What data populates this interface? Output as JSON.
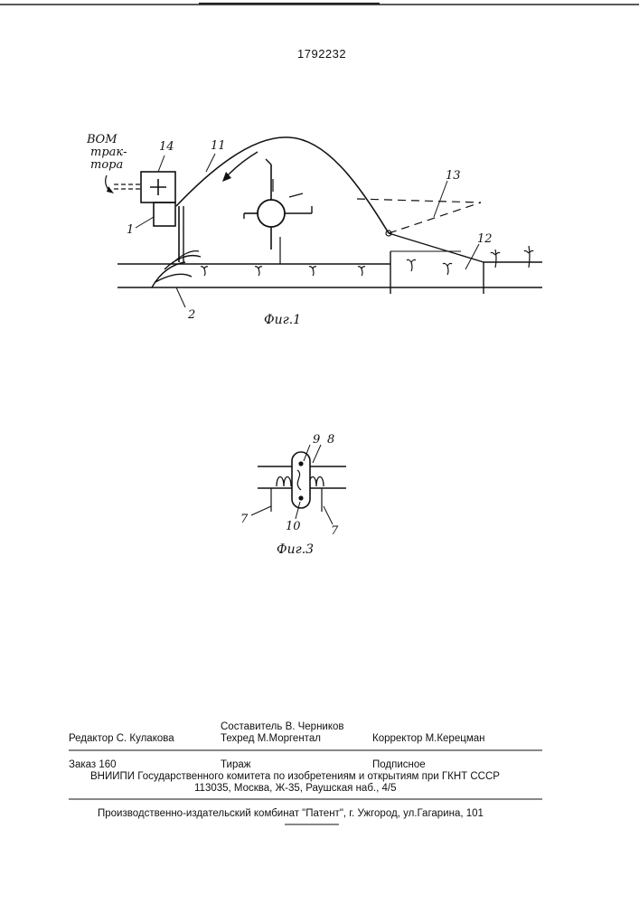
{
  "header": {
    "patent_number": "1792232"
  },
  "figure1": {
    "caption": "Фиг.1",
    "vom_label_line1": "ВОМ",
    "vom_label_line2": "трак-",
    "vom_label_line3": "тора",
    "labels": {
      "n14": "14",
      "n11": "11",
      "n1": "1",
      "n2": "2",
      "n13": "13",
      "n12": "12"
    }
  },
  "figure3": {
    "caption": "Фиг.3",
    "labels": {
      "n9": "9",
      "n8": "8",
      "n7a": "7",
      "n10": "10",
      "n7b": "7"
    }
  },
  "imprint": {
    "editor": "Редактор  С. Кулакова",
    "compiler": "Составитель  В. Черников",
    "techred": "Техред М.Моргентал",
    "corrector": "Корректор М.Керецман",
    "order": "Заказ  160",
    "circulation": "Тираж",
    "subscription": "Подписное",
    "org_line1": "ВНИИПИ Государственного комитета по изобретениям и открытиям при ГКНТ СССР",
    "org_line2": "113035, Москва, Ж-35, Раушская наб., 4/5",
    "publisher": "Производственно-издательский комбинат \"Патент\", г. Ужгород, ул.Гагарина, 101"
  }
}
